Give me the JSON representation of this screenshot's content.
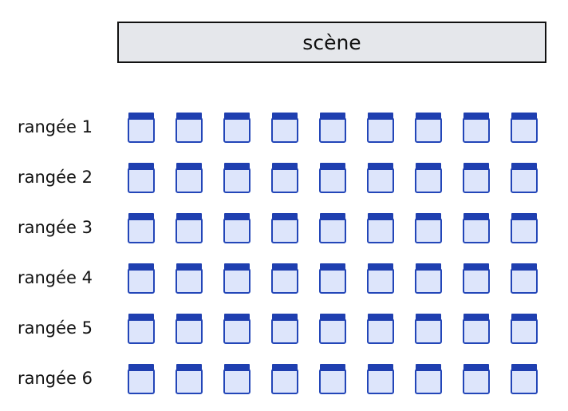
{
  "stage": {
    "label": "scène"
  },
  "seats_per_row": 9,
  "colors": {
    "seat_back": "#1f3fb0",
    "seat_border": "#2346b8",
    "seat_fill": "#dde5fb",
    "stage_fill": "#e5e7eb",
    "stage_border": "#111111"
  },
  "rows": [
    {
      "label": "rangée 1"
    },
    {
      "label": "rangée 2"
    },
    {
      "label": "rangée 3"
    },
    {
      "label": "rangée 4"
    },
    {
      "label": "rangée 5"
    },
    {
      "label": "rangée 6"
    }
  ]
}
